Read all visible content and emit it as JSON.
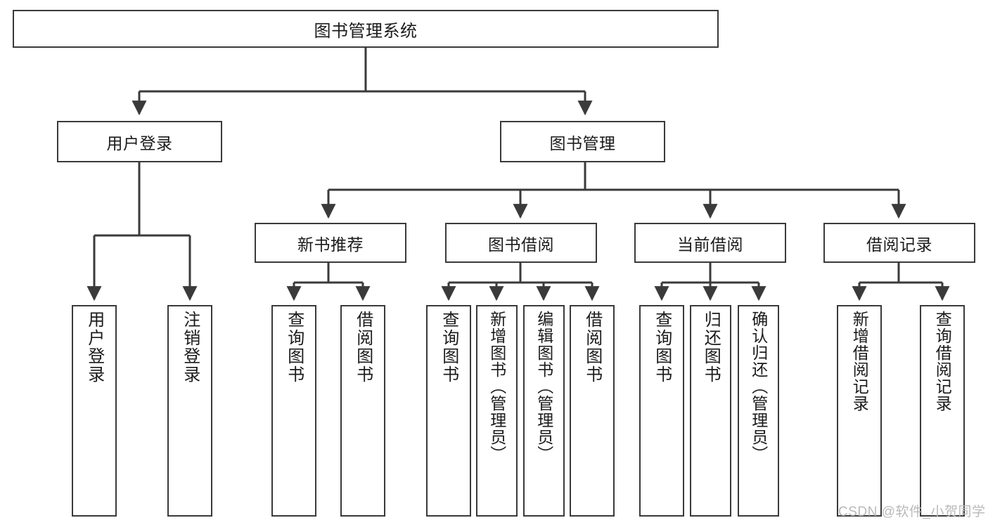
{
  "diagram": {
    "title": "图书管理系统",
    "type": "tree-hierarchy-diagram",
    "root": {
      "label": "图书管理系统"
    },
    "level2": [
      {
        "id": "user-login",
        "label": "用户登录"
      },
      {
        "id": "book-management",
        "label": "图书管理"
      }
    ],
    "level3": [
      {
        "id": "new-book-recommend",
        "label": "新书推荐"
      },
      {
        "id": "book-borrow",
        "label": "图书借阅"
      },
      {
        "id": "current-borrow",
        "label": "当前借阅"
      },
      {
        "id": "borrow-record",
        "label": "借阅记录"
      }
    ],
    "leaves": {
      "user_login": [
        {
          "id": "leaf-user-login",
          "label": "用户登录"
        },
        {
          "id": "leaf-logout",
          "label": "注销登录"
        }
      ],
      "new_book_recommend": [
        {
          "id": "leaf-query-book-1",
          "label": "查询图书"
        },
        {
          "id": "leaf-borrow-book-1",
          "label": "借阅图书"
        }
      ],
      "book_borrow": [
        {
          "id": "leaf-query-book-2",
          "label": "查询图书"
        },
        {
          "id": "leaf-add-book",
          "label": "新增图书（管理员）"
        },
        {
          "id": "leaf-edit-book",
          "label": "编辑图书（管理员）"
        },
        {
          "id": "leaf-borrow-book-2",
          "label": "借阅图书"
        }
      ],
      "current_borrow": [
        {
          "id": "leaf-query-book-3",
          "label": "查询图书"
        },
        {
          "id": "leaf-return-book",
          "label": "归还图书"
        },
        {
          "id": "leaf-confirm-return",
          "label": "确认归还（管理员）"
        }
      ],
      "borrow_record": [
        {
          "id": "leaf-add-record",
          "label": "新增借阅记录"
        },
        {
          "id": "leaf-query-record",
          "label": "查询借阅记录"
        }
      ]
    },
    "watermark": "CSDN @软件_小贺同学",
    "colors": {
      "stroke": "#3a3a3a",
      "text": "#1b1b1b",
      "background": "#ffffff",
      "watermark": "#b9b9b9"
    }
  }
}
